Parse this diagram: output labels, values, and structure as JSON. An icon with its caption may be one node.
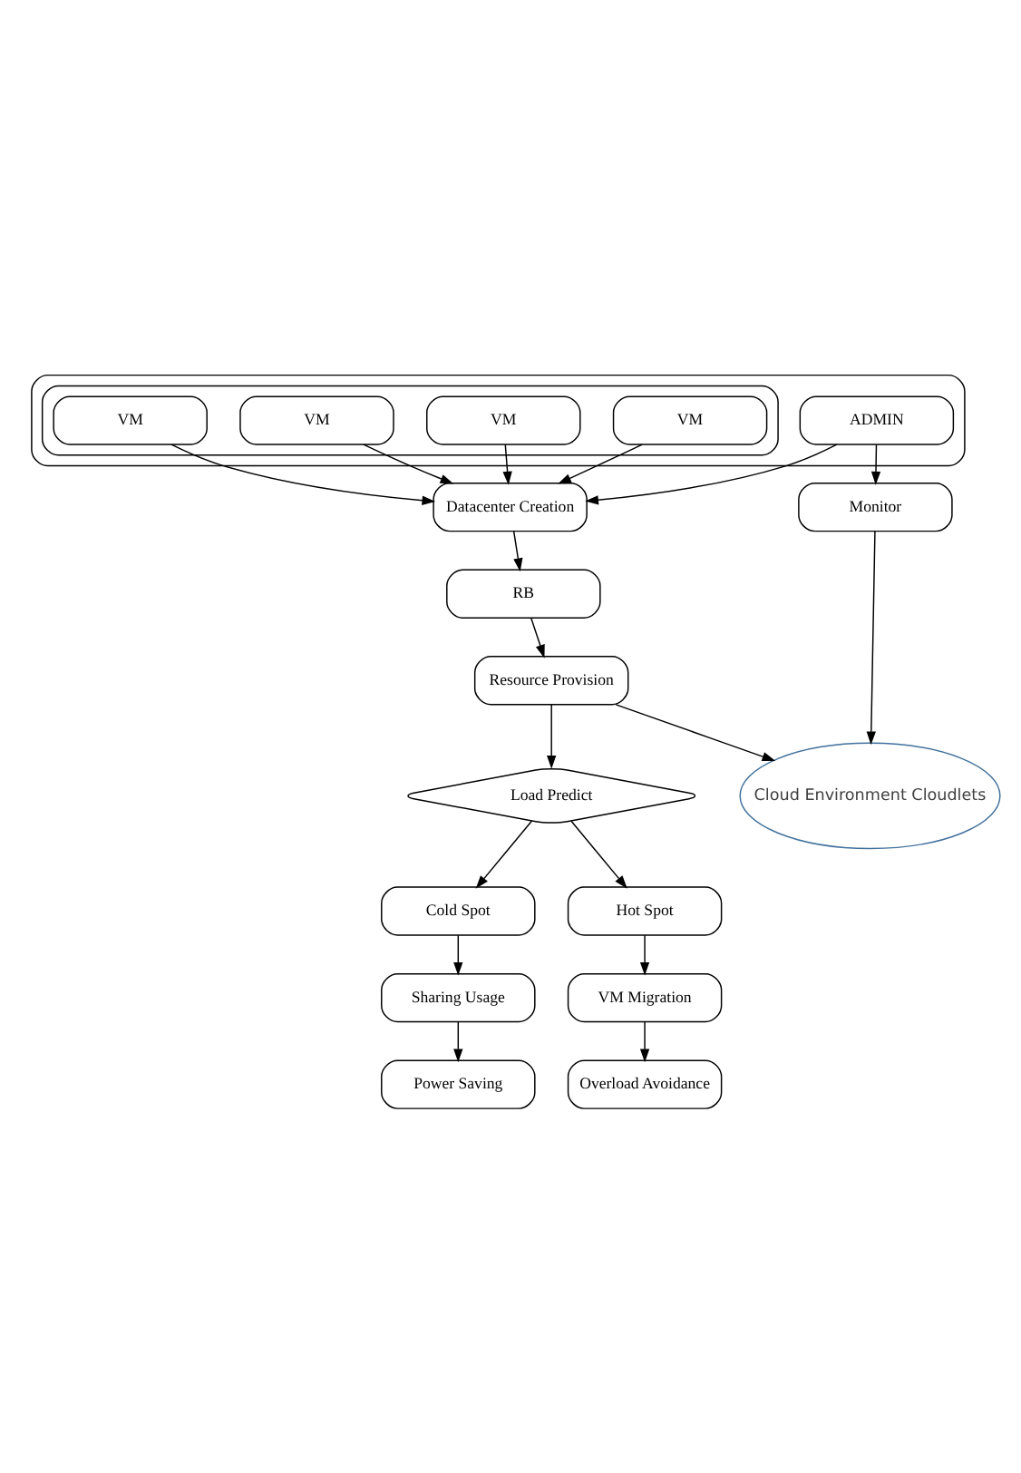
{
  "diagram": {
    "nodes": [
      {
        "text": [],
        "shape": "box"
      },
      {
        "text": [
          "ADMIN"
        ],
        "in": 0
      },
      {
        "text": [],
        "shape": "box",
        "in": 0
      },
      {
        "text": [
          "VM"
        ],
        "in": 2
      },
      {
        "text": [
          "VM"
        ],
        "in": 2
      },
      {
        "text": [
          "VM"
        ],
        "in": 2
      },
      {
        "text": [
          "VM"
        ],
        "in": 2
      },
      {
        "text": [
          "Datacenter Creation"
        ]
      },
      {
        "text": [
          "Monitor"
        ]
      },
      {
        "text": [
          "RB"
        ]
      },
      {
        "text": [
          "Cloud Environment Cloudlets"
        ]
      },
      {
        "text": [
          "Resource Provision"
        ]
      },
      {
        "text": [
          "Load Predict"
        ]
      },
      {
        "text": [
          "Cold Spot"
        ]
      },
      {
        "text": [
          "Hot Spot"
        ]
      },
      {
        "text": [
          "Sharing Usage"
        ]
      },
      {
        "text": [
          "VM Migration"
        ]
      },
      {
        "text": [
          "Power Saving"
        ]
      },
      {
        "text": [
          "Overload Avoidance"
        ]
      }
    ],
    "edges": [
      {
        "from": 3,
        "to": 7,
        "arrow": "to"
      },
      {
        "from": 4,
        "to": 7,
        "arrow": "to"
      },
      {
        "from": 5,
        "to": 7,
        "arrow": "to"
      },
      {
        "from": 6,
        "to": 7,
        "arrow": "to"
      },
      {
        "from": 1,
        "to": 7,
        "arrow": "to"
      },
      {
        "from": 1,
        "to": 8,
        "arrow": "to"
      },
      {
        "from": 8,
        "to": 10,
        "arrow": "to"
      },
      {
        "from": 7,
        "to": 9,
        "arrow": "to"
      },
      {
        "from": 9,
        "to": 11,
        "arrow": "to"
      },
      {
        "from": 11,
        "to": 10,
        "arrow": "to"
      },
      {
        "from": 11,
        "to": 12,
        "arrow": "to"
      },
      {
        "from": 12,
        "to": 13,
        "arrow": "to"
      },
      {
        "from": 12,
        "to": 14,
        "arrow": "to"
      },
      {
        "from": 13,
        "to": 15,
        "arrow": "to"
      },
      {
        "from": 15,
        "to": 17,
        "arrow": "to"
      },
      {
        "from": 14,
        "to": 16,
        "arrow": "to"
      },
      {
        "from": 16,
        "to": 18,
        "arrow": "to"
      }
    ]
  }
}
